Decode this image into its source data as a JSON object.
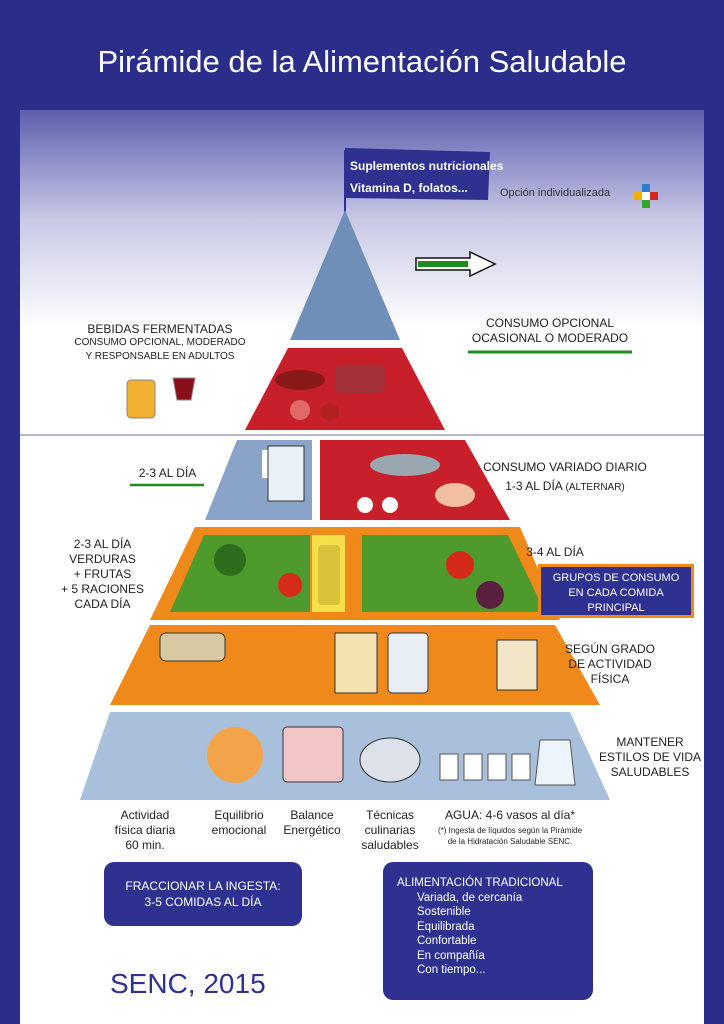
{
  "title": "Pirámide de la Alimentación Saludable",
  "flag": {
    "line1": "Suplementos nutricionales",
    "line2": "Vitamina D, folatos..."
  },
  "individual_option": {
    "label": "Opción individualizada",
    "icon": "multicolor-cross-icon"
  },
  "left_labels": {
    "fermented": {
      "title": "BEBIDAS FERMENTADAS",
      "line1": "CONSUMO OPCIONAL, MODERADO",
      "line2": "Y RESPONSABLE EN ADULTOS"
    },
    "dairy": "2-3  AL DÍA",
    "vegetables": {
      "line1": "2-3  AL DÍA",
      "line2": "VERDURAS",
      "line3": "+ FRUTAS",
      "line4": "+ 5 RACIONES",
      "line5": "CADA DÍA"
    }
  },
  "right_labels": {
    "optional": {
      "line1": "CONSUMO OPCIONAL",
      "line2": "OCASIONAL O MODERADO"
    },
    "protein": {
      "line1": "CONSUMO VARIADO DIARIO",
      "line2": "1-3  AL DÍA",
      "line2b": "(ALTERNAR)"
    },
    "fruits": "3-4  AL DÍA",
    "groups_box": {
      "line1": "GRUPOS DE CONSUMO",
      "line2": "EN CADA COMIDA",
      "line3": "PRINCIPAL"
    },
    "cereals": {
      "line1": "SEGÚN GRADO",
      "line2": "DE ACTIVIDAD",
      "line3": "FÍSICA"
    },
    "lifestyle": {
      "line1": "MANTENER",
      "line2": "ESTILOS DE VIDA",
      "line3": "SALUDABLES"
    }
  },
  "base_items": [
    {
      "line1": "Actividad",
      "line2": "física diaria",
      "line3": "60 min."
    },
    {
      "line1": "Equilibrio",
      "line2": "emocional"
    },
    {
      "line1": "Balance",
      "line2": "Energético"
    },
    {
      "line1": "Técnicas",
      "line2": "culinarias",
      "line3": "saludables"
    }
  ],
  "water": {
    "title": "AGUA: 4-6 vasos al día*",
    "note1": "(*) Ingesta de líquidos según la Pirámide",
    "note2": "de la Hidratación Saludable SENC."
  },
  "box_fraction": {
    "line1": "FRACCIONAR LA INGESTA:",
    "line2": "3-5 COMIDAS AL DÍA"
  },
  "box_traditional": {
    "title": "ALIMENTACIÓN TRADICIONAL",
    "items": [
      "Variada, de cercanía",
      "Sostenible",
      "Equilibrada",
      "Confortable",
      "En compañía",
      "Con tiempo..."
    ]
  },
  "footer": "SENC, 2015",
  "colors": {
    "background": "#2b2d8a",
    "top": "#6f8fb8",
    "red": "#c8202a",
    "green": "#4f9a2c",
    "orange": "#ef8a1a",
    "base": "#a9c0dd",
    "annotation": "#1e8c1e"
  }
}
